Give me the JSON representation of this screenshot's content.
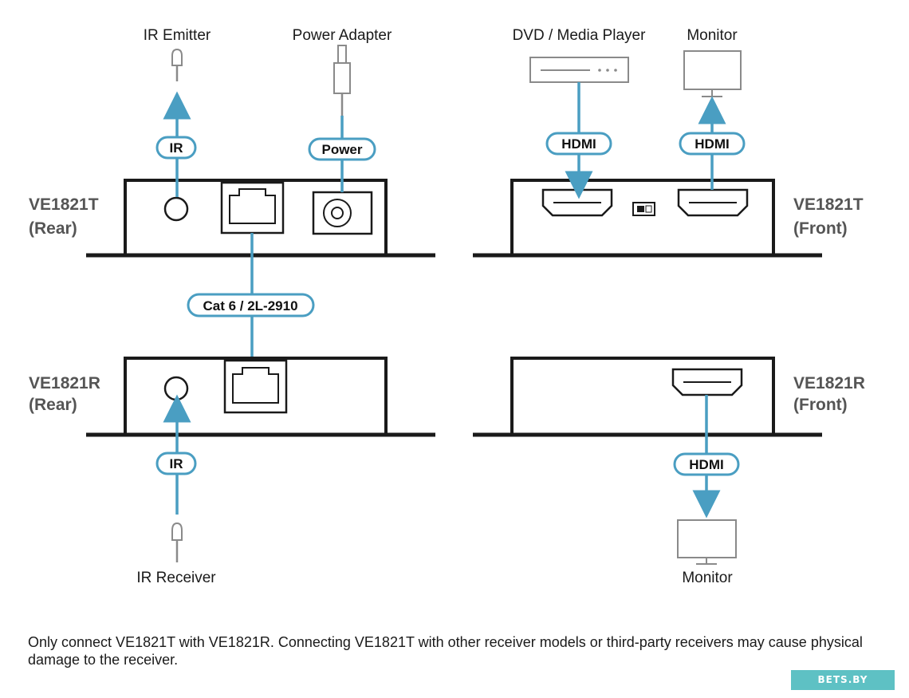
{
  "labels": {
    "ir_emitter": "IR Emitter",
    "power_adapter": "Power Adapter",
    "dvd_player": "DVD / Media Player",
    "monitor_top": "Monitor",
    "ir_receiver": "IR Receiver",
    "monitor_bottom": "Monitor"
  },
  "pills": {
    "ir_top": "IR",
    "power": "Power",
    "hdmi_in": "HDMI",
    "hdmi_out": "HDMI",
    "cat6": "Cat 6 / 2L-2910",
    "ir_bottom": "IR",
    "hdmi_rx": "HDMI"
  },
  "devices": {
    "tx_rear": [
      "VE1821T",
      "(Rear)"
    ],
    "tx_front": [
      "VE1821T",
      "(Front)"
    ],
    "rx_rear": [
      "VE1821R",
      "(Rear)"
    ],
    "rx_front": [
      "VE1821R",
      "(Front)"
    ]
  },
  "note": "Only connect VE1821T with VE1821R. Connecting VE1821T with other receiver models or third-party receivers may cause physical damage to the receiver.",
  "watermark": "BETS.BY",
  "colors": {
    "cable": "#4a9ec2",
    "device": "#1a1a1a",
    "peripheral": "#8a8a8a",
    "watermark_bg": "#5ec1c4"
  }
}
